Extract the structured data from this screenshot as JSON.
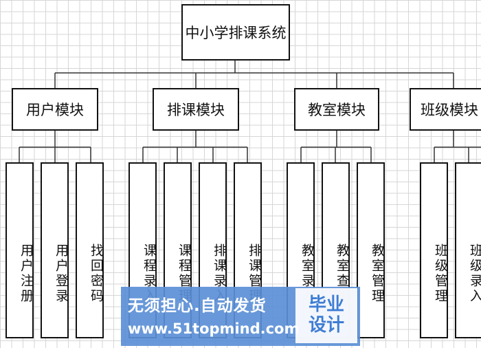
{
  "root": {
    "label": "中小学排课系统"
  },
  "modules": [
    {
      "label": "用户模块",
      "children": [
        "用户注册",
        "用户登录",
        "找回密码"
      ]
    },
    {
      "label": "排课模块",
      "children": [
        "课程录入",
        "课程管理",
        "排课录入",
        "排课管理"
      ]
    },
    {
      "label": "教室模块",
      "children": [
        "教室录入",
        "教室查询",
        "教室管理"
      ]
    },
    {
      "label": "班级模块",
      "children": [
        "班级管理",
        "班级录入"
      ]
    }
  ],
  "watermark": {
    "line1": "无须担心.自动发货",
    "line2": "www.51topmind.com",
    "badge_line1": "毕业",
    "badge_line2": "设计"
  }
}
